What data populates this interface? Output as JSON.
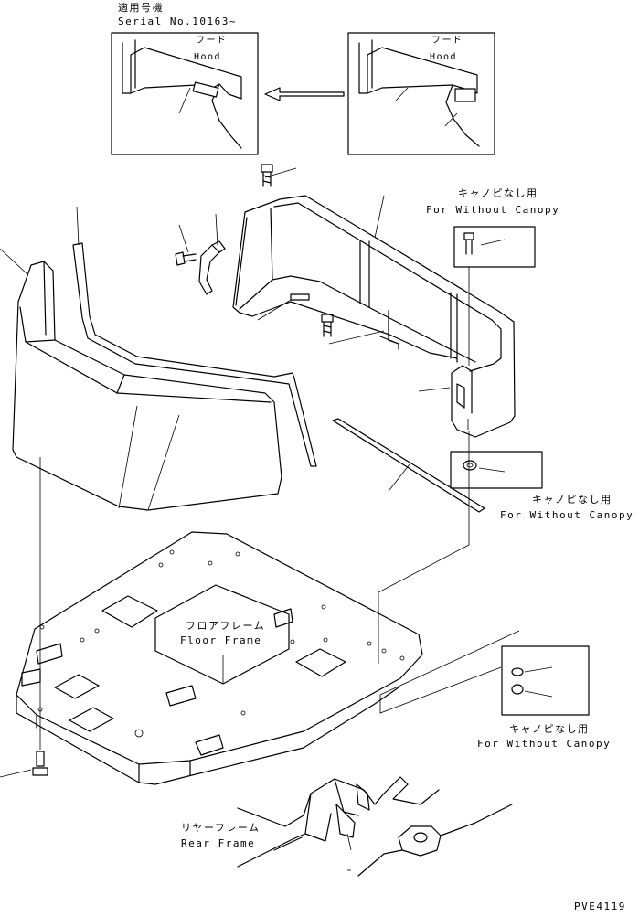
{
  "serial_note": {
    "jp": "適用号機",
    "en": "Serial No.10163~"
  },
  "hood_label": {
    "jp": "フード",
    "en": "Hood"
  },
  "without_canopy_label": {
    "jp": "キャノピなし用",
    "en": "For Without Canopy"
  },
  "floor_frame_label": {
    "jp": "フロアフレーム",
    "en": "Floor Frame"
  },
  "rear_frame_label": {
    "jp": "リヤーフレーム",
    "en": "Rear Frame"
  },
  "drawing_id": "PVE4119"
}
